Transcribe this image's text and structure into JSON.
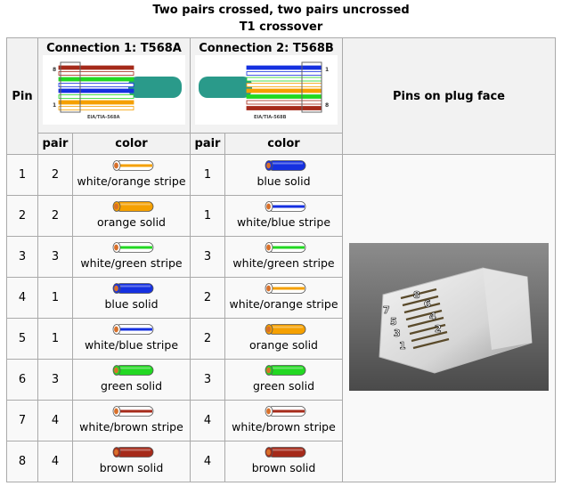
{
  "caption": {
    "line1": "Two pairs crossed, two pairs uncrossed",
    "line2": "T1 crossover"
  },
  "headers": {
    "pin": "Pin",
    "connection1": "Connection 1: T568A",
    "connection2": "Connection 2: T568B",
    "plug_face": "Pins on plug face",
    "pair": "pair",
    "color": "color"
  },
  "diagrams": {
    "conn1_label": "EIA/TIA-568A",
    "conn2_label": "EIA/TIA-568B",
    "pin8": "8",
    "pin1": "1"
  },
  "plug_photo": {
    "pin_numbers": [
      "8",
      "7",
      "6",
      "5",
      "4",
      "3",
      "2",
      "1"
    ]
  },
  "colors": {
    "orange": "#f5a000",
    "green": "#22d822",
    "blue": "#1530e0",
    "brown": "#a52a1a",
    "white": "#ffffff",
    "copper": "#d8702a",
    "cable_teal": "#2a9a8a"
  },
  "rows": [
    {
      "pin": "1",
      "c1_pair": "2",
      "c1_color": "white/orange stripe",
      "c1_wire": {
        "base": "orange",
        "striped": true
      },
      "c2_pair": "1",
      "c2_color": "blue solid",
      "c2_wire": {
        "base": "blue",
        "striped": false
      }
    },
    {
      "pin": "2",
      "c1_pair": "2",
      "c1_color": "orange solid",
      "c1_wire": {
        "base": "orange",
        "striped": false
      },
      "c2_pair": "1",
      "c2_color": "white/blue stripe",
      "c2_wire": {
        "base": "blue",
        "striped": true
      }
    },
    {
      "pin": "3",
      "c1_pair": "3",
      "c1_color": "white/green stripe",
      "c1_wire": {
        "base": "green",
        "striped": true
      },
      "c2_pair": "3",
      "c2_color": "white/green stripe",
      "c2_wire": {
        "base": "green",
        "striped": true
      }
    },
    {
      "pin": "4",
      "c1_pair": "1",
      "c1_color": "blue solid",
      "c1_wire": {
        "base": "blue",
        "striped": false
      },
      "c2_pair": "2",
      "c2_color": "white/orange stripe",
      "c2_wire": {
        "base": "orange",
        "striped": true
      }
    },
    {
      "pin": "5",
      "c1_pair": "1",
      "c1_color": "white/blue stripe",
      "c1_wire": {
        "base": "blue",
        "striped": true
      },
      "c2_pair": "2",
      "c2_color": "orange solid",
      "c2_wire": {
        "base": "orange",
        "striped": false
      }
    },
    {
      "pin": "6",
      "c1_pair": "3",
      "c1_color": "green solid",
      "c1_wire": {
        "base": "green",
        "striped": false
      },
      "c2_pair": "3",
      "c2_color": "green solid",
      "c2_wire": {
        "base": "green",
        "striped": false
      }
    },
    {
      "pin": "7",
      "c1_pair": "4",
      "c1_color": "white/brown stripe",
      "c1_wire": {
        "base": "brown",
        "striped": true
      },
      "c2_pair": "4",
      "c2_color": "white/brown stripe",
      "c2_wire": {
        "base": "brown",
        "striped": true
      }
    },
    {
      "pin": "8",
      "c1_pair": "4",
      "c1_color": "brown solid",
      "c1_wire": {
        "base": "brown",
        "striped": false
      },
      "c2_pair": "4",
      "c2_color": "brown solid",
      "c2_wire": {
        "base": "brown",
        "striped": false
      }
    }
  ]
}
